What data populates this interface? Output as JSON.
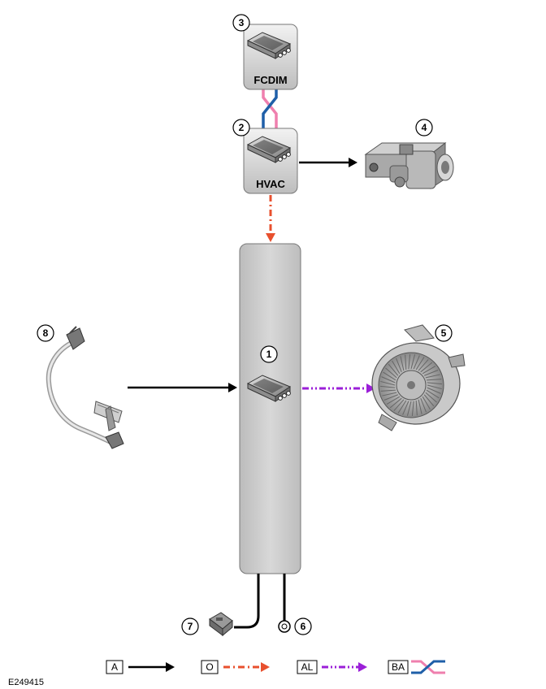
{
  "modules": {
    "fcdim": {
      "label": "FCDIM",
      "callout": "3"
    },
    "hvac": {
      "label": "HVAC",
      "callout": "2"
    },
    "main_module": {
      "callout": "1"
    }
  },
  "components": {
    "actuator": {
      "callout": "4"
    },
    "blower": {
      "callout": "5"
    },
    "ground": {
      "callout": "6"
    },
    "fuse": {
      "callout": "7"
    },
    "sensor": {
      "callout": "8"
    }
  },
  "legend": {
    "a": {
      "label": "A",
      "color": "#000000"
    },
    "o": {
      "label": "O",
      "color": "#e8502e"
    },
    "al": {
      "label": "AL",
      "color": "#9b1fd8"
    },
    "ba": {
      "label": "BA",
      "color_1": "#ef7fae",
      "color_2": "#1f5fa8"
    }
  },
  "figure_id": "E249415"
}
